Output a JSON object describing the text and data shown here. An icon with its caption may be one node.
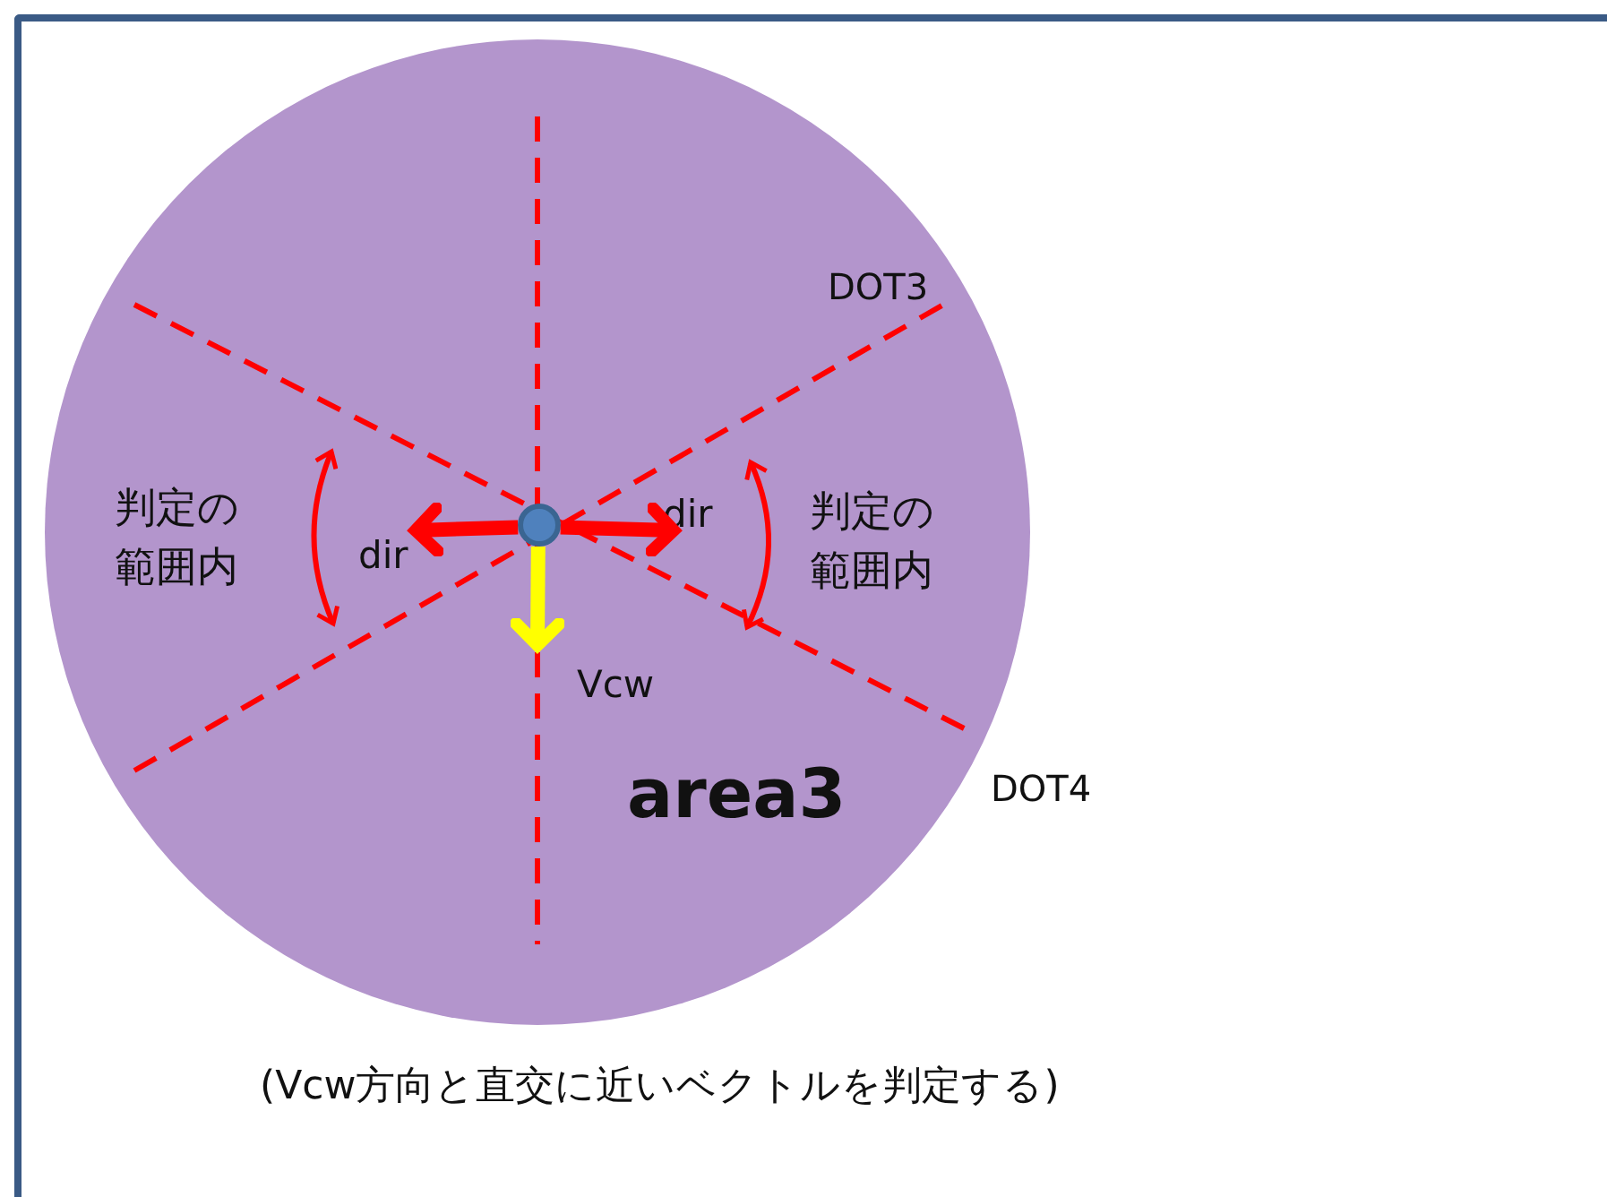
{
  "diagram": {
    "caption": "(Vcw方向と直交に近いベクトルを判定する)",
    "nodes": [
      {
        "text": [
          "area3"
        ]
      },
      {
        "text": [],
        "shape": "circle",
        "in": 0
      }
    ],
    "edges": [
      {
        "from": 1,
        "to": null,
        "arrow": "to",
        "label": "dir"
      },
      {
        "from": 1,
        "to": null,
        "arrow": "to",
        "label": "dir"
      },
      {
        "from": 1,
        "to": null,
        "arrow": "to",
        "label": "Vcw",
        "color": "#ffff00"
      }
    ],
    "labels": [
      "DOT3",
      "判定の範囲内",
      "判定の範囲内",
      "DOT4"
    ]
  }
}
